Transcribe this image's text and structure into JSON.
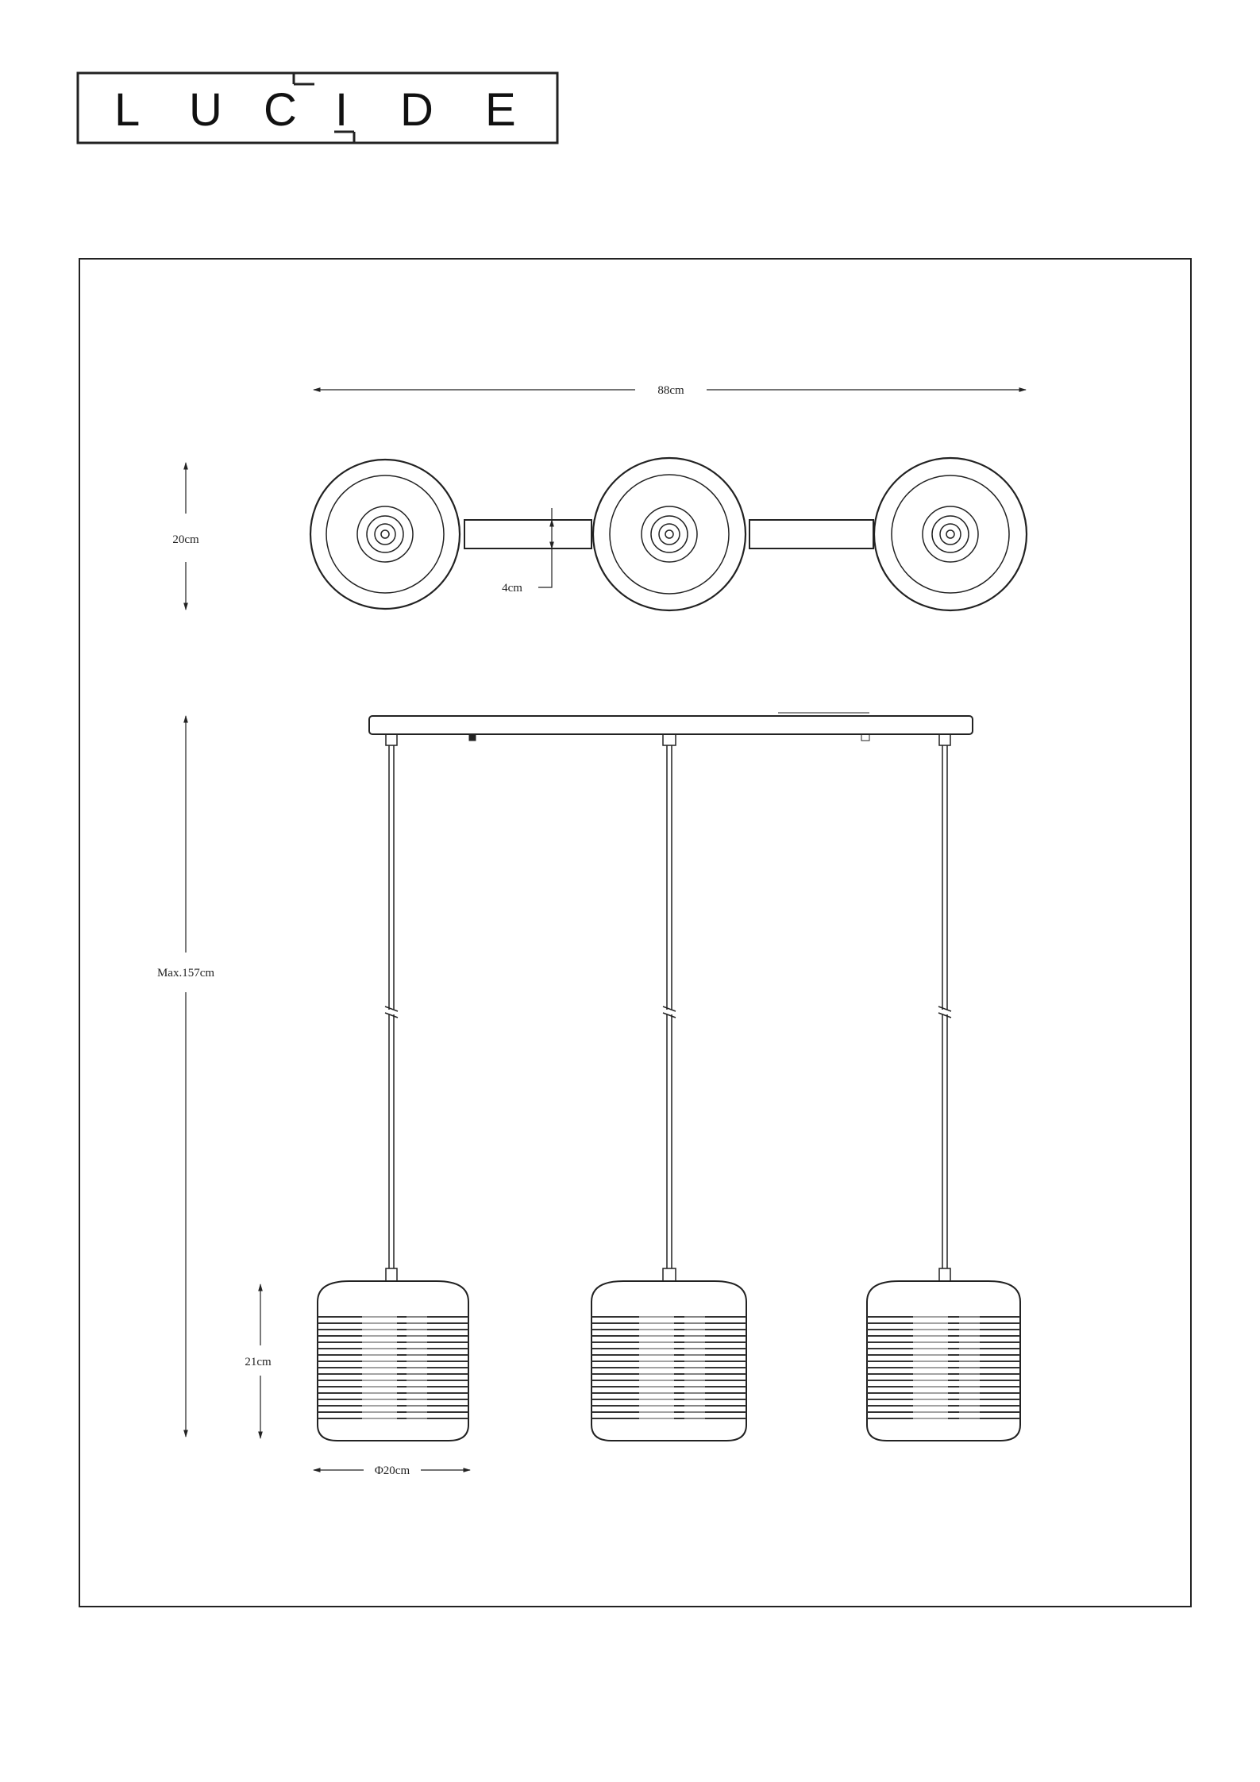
{
  "brand": {
    "name": "LUCIDE",
    "letters": [
      "L",
      "U",
      "C",
      "I",
      "D",
      "E"
    ]
  },
  "dimensions": {
    "length": "88cm",
    "depth": "20cm",
    "bar_width": "4cm",
    "max_height": "Max.157cm",
    "shade_height": "21cm",
    "shade_diameter": "Φ20cm"
  },
  "colors": {
    "line": "#222222",
    "background": "#ffffff"
  }
}
